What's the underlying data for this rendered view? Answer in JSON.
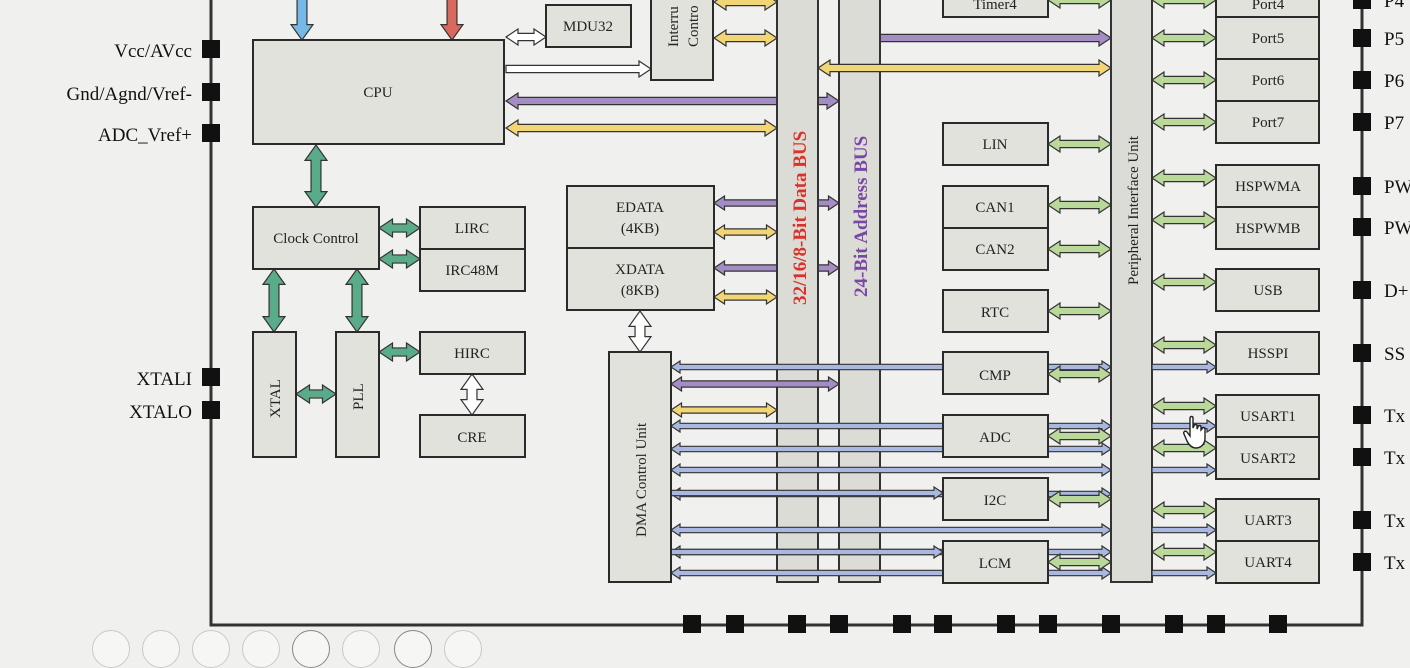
{
  "left_pins": [
    "Vcc/AVcc",
    "Gnd/Agnd/Vref-",
    "ADC_Vref+",
    "XTALI",
    "XTALO"
  ],
  "right_pins": [
    "P4",
    "P5",
    "P6",
    "P7",
    "PW",
    "PW",
    "D+",
    "SS",
    "Tx",
    "Tx",
    "Tx",
    "Tx"
  ],
  "blocks": {
    "cpu": "CPU",
    "mdu": "MDU32",
    "interrupt_line1": "Interru",
    "interrupt_line2": "Contro",
    "timer": "Timer4",
    "clock_control": "Clock Control",
    "lirc": "LIRC",
    "irc48m": "IRC48M",
    "hirc": "HIRC",
    "cre": "CRE",
    "xtal": "XTAL",
    "pll": "PLL",
    "edata_line1": "EDATA",
    "edata_line2": "(4KB)",
    "xdata_line1": "XDATA",
    "xdata_line2": "(8KB)",
    "dma": "DMA Control Unit",
    "lin": "LIN",
    "can1": "CAN1",
    "can2": "CAN2",
    "rtc": "RTC",
    "cmp": "CMP",
    "adc": "ADC",
    "i2c": "I2C",
    "lcm": "LCM",
    "peripheral_interface": "Peripheral Interface Unit",
    "port4": "Port4",
    "port5": "Port5",
    "port6": "Port6",
    "port7": "Port7",
    "hspwma": "HSPWMA",
    "hspwmb": "HSPWMB",
    "usb": "USB",
    "hsspi": "HSSPI",
    "usart1": "USART1",
    "usart2": "USART2",
    "uart3": "UART3",
    "uart4": "UART4"
  },
  "buses": {
    "data_bus": "32/16/8-Bit Data BUS",
    "address_bus": "24-Bit Address BUS"
  },
  "colors": {
    "data_bus_text": "#d8322a",
    "address_bus_text": "#7a46a8",
    "arrow_green": "#5aab8a",
    "arrow_lightgreen": "#b9d89a",
    "arrow_purple": "#a48cc4",
    "arrow_yellow": "#f2d675",
    "arrow_blue": "#a8b8e0",
    "arrow_red": "#d9695f",
    "arrow_sky": "#77b9e6"
  }
}
